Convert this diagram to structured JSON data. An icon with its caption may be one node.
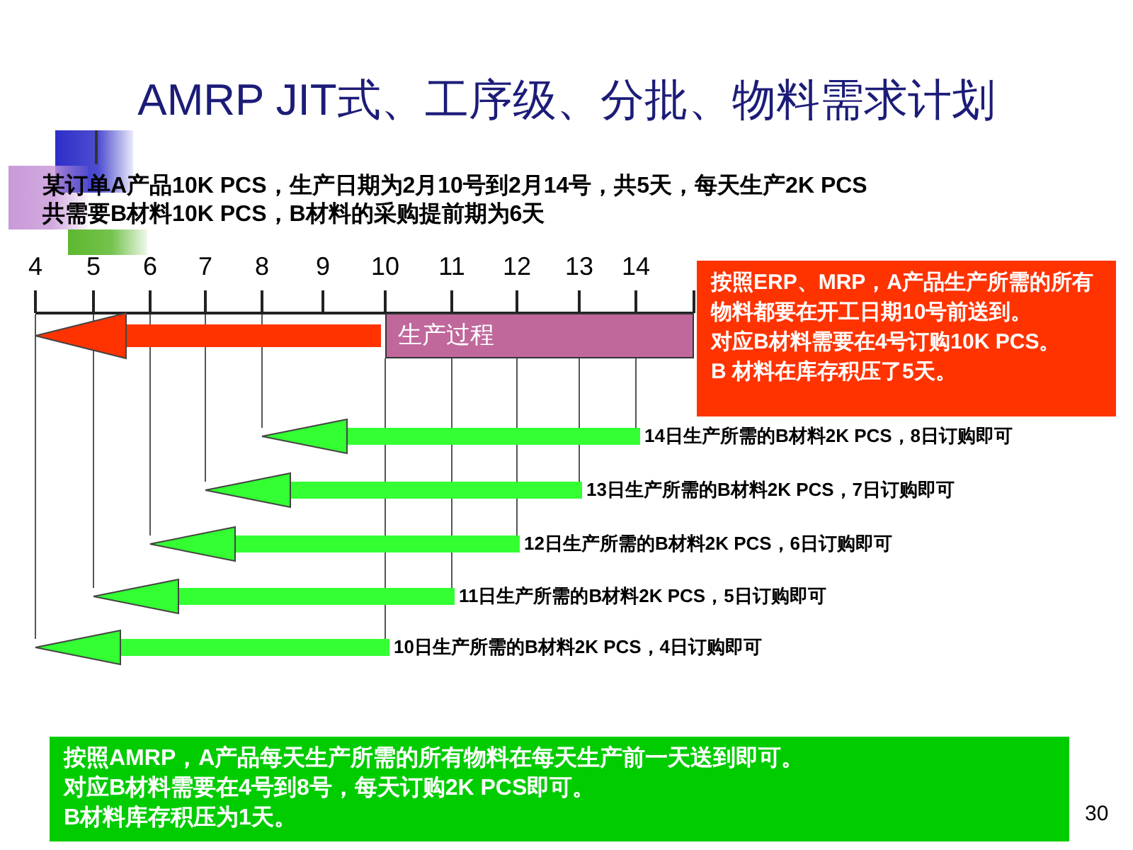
{
  "diagram": {
    "title": "AMRP JIT式、工序级、分批、物料需求计划",
    "nodes": [
      {
        "text": [
          "按照ERP、MRP，A产品生产所需的所有物料都要在开工日期10号前送到。",
          "对应B材料需要在4号订购10K PCS。",
          "B 材料在库存积压了5天。"
        ]
      },
      {
        "text": [
          "生产过程"
        ]
      },
      {
        "text": [
          "14日生产所需的B材料2K PCS，8日订购即可"
        ]
      },
      {
        "text": [
          "13日生产所需的B材料2K PCS，7日订购即可"
        ]
      },
      {
        "text": [
          "12日生产所需的B材料2K PCS，6日订购即可"
        ]
      },
      {
        "text": [
          "11日生产所需的B材料2K PCS，5日订购即可"
        ]
      },
      {
        "text": [
          "10日生产所需的B材料2K PCS，4日订购即可"
        ]
      },
      {
        "text": [
          "按照AMRP，A产品每天生产所需的所有物料在每天生产前一天送到即可。",
          "对应B材料需要在4号到8号，每天订购2K PCS即可。",
          "B材料库存积压为1天。"
        ]
      }
    ],
    "edges": [
      {
        "from": 1,
        "to": null,
        "arrow": "to",
        "color": "#ff3300"
      },
      {
        "from": 2,
        "to": null,
        "arrow": "to"
      },
      {
        "from": 3,
        "to": null,
        "arrow": "to"
      },
      {
        "from": 4,
        "to": null,
        "arrow": "to"
      },
      {
        "from": 5,
        "to": null,
        "arrow": "to"
      },
      {
        "from": 6,
        "to": null,
        "arrow": "to"
      }
    ],
    "labels": [
      "某订单A产品10K PCS，生产日期为2月10号到2月14号，共5天，每天生产2K PCS",
      "共需要B材料10K PCS，B材料的采购提前期为6天",
      "4",
      "5",
      "6",
      "7",
      "8",
      "9",
      "10",
      "11",
      "12",
      "13",
      "14",
      "30"
    ]
  }
}
